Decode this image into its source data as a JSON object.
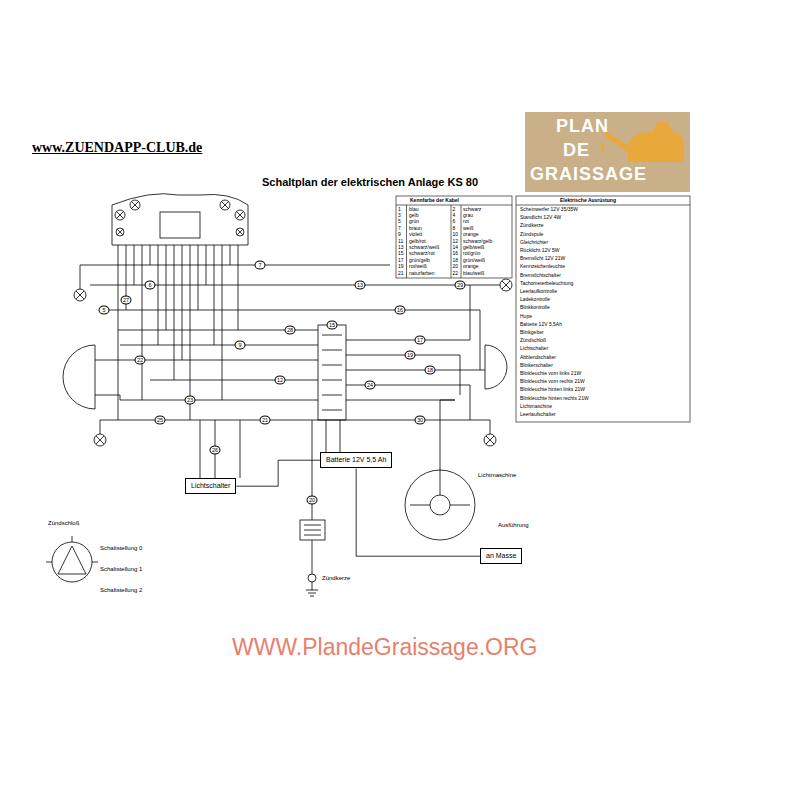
{
  "diagram": {
    "title": "Schaltplan der elektrischen Anlage KS 80",
    "nodes": [
      {
        "text": [
          "Lichtschalter"
        ]
      },
      {
        "text": [
          "Batterie 12V 5,5 Ah"
        ]
      },
      {
        "text": [
          "an Masse"
        ]
      }
    ],
    "edges": [
      {
        "from": 0,
        "to": 1,
        "arrow": "none"
      },
      {
        "from": 1,
        "to": 2,
        "arrow": "none"
      }
    ],
    "labels": [
      "www.ZUENDAPP-CLUB.de",
      "PLAN",
      "DE",
      "GRAISSAGE",
      "WWW.PlandeGraissage.ORG",
      "Kennfarbe der Kabel",
      "Elektrische Ausrüstung",
      "1",
      "blau",
      "2",
      "schwarz",
      "3",
      "gelb",
      "4",
      "grau",
      "5",
      "grün",
      "6",
      "rot",
      "7",
      "braun",
      "8",
      "weiß",
      "9",
      "violett",
      "10",
      "orange",
      "11",
      "gelb/rot",
      "12",
      "schwarz/gelb",
      "13",
      "schwarz/weiß",
      "14",
      "gelb/weiß",
      "15",
      "schwarz/rot",
      "16",
      "rot/grün",
      "17",
      "grün/gelb",
      "18",
      "grün/weiß",
      "19",
      "rot/weiß",
      "20",
      "orange",
      "21",
      "naturfarben",
      "22",
      "blau/weiß",
      "Scheinwerfer 12V 35/35W",
      "Standlicht 12V 4W",
      "Zündkerze",
      "Zündspule",
      "Gleichrichter",
      "Rücklicht 12V 5W",
      "Bremslicht 12V 21W",
      "Kennzeichenleuchte",
      "Bremslichtschalter",
      "Tachometerbeleuchtung",
      "Leerlaufkontrolle",
      "Ladekontrolle",
      "Blinkkontrolle",
      "Hupe",
      "Batterie 12V 5,5Ah",
      "Blinkgeber",
      "Zündschloß",
      "Lichtschalter",
      "Abblendschalter",
      "Blinkerschalter",
      "Blinkleuchte vorn links 21W",
      "Blinkleuchte vorn rechts 21W",
      "Blinkleuchte hinten links 21W",
      "Blinkleuchte hinten rechts 21W",
      "Lichtmaschine",
      "Leerlaufschalter",
      "Zündschloß",
      "Schaltstellung 0",
      "Schaltstellung 1",
      "Schaltstellung 2",
      "Zündkerze",
      "Lichtmaschine",
      "Ausführung",
      "5",
      "6",
      "7",
      "9",
      "12",
      "13",
      "15",
      "16",
      "17",
      "18",
      "19",
      "20",
      "21",
      "22",
      "23",
      "24",
      "25",
      "26",
      "27",
      "28",
      "29",
      "30"
    ]
  }
}
